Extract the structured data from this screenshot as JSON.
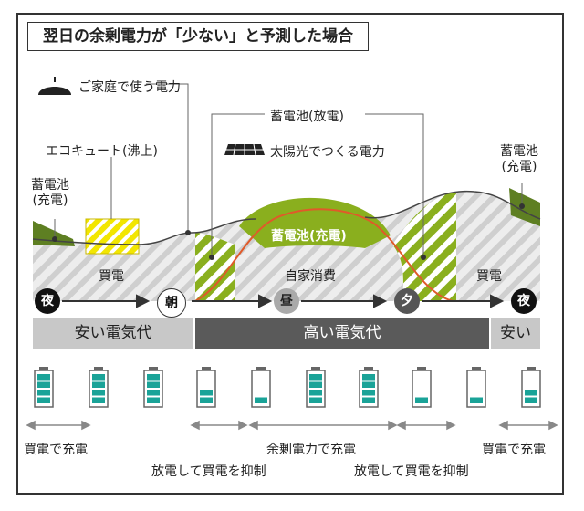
{
  "title": "翌日の余剰電力が「少ない」と予測した場合",
  "legend": {
    "household": "ご家庭で使う電力",
    "solar": "太陽光でつくる電力"
  },
  "labels": {
    "ecocute": "エコキュート(沸上)",
    "battery_discharge": "蓄電池(放電)",
    "battery_charge_left": "蓄電池\n(充電)",
    "battery_charge_left_line1": "蓄電池",
    "battery_charge_left_line2": "(充電)",
    "battery_charge_right_line1": "蓄電池",
    "battery_charge_right_line2": "(充電)",
    "battery_charge_mid": "蓄電池(充電)",
    "buy_left": "買電",
    "self_consumption": "自家消費",
    "buy_right": "買電"
  },
  "time_markers": [
    "夜",
    "朝",
    "昼",
    "夕",
    "夜"
  ],
  "price_bands": {
    "cheap_left": "安い電気代",
    "expensive": "高い電気代",
    "cheap_right": "安い"
  },
  "battery_levels": [
    1.0,
    1.0,
    1.0,
    0.5,
    0.25,
    1.0,
    1.0,
    0.25,
    0.25,
    0.5
  ],
  "bottom_labels": {
    "buy_charge_left": "買電で充電",
    "discharge_suppress_left": "放電して買電を抑制",
    "surplus_charge": "余剰電力で充電",
    "discharge_suppress_right": "放電して買電を抑制",
    "buy_charge_right": "買電で充電"
  },
  "colors": {
    "green": "#8aaf1e",
    "dark_green": "#5e7f22",
    "yellow": "#f2e600",
    "red_line": "#e05a2a",
    "gray_band": "#c8c8c8",
    "dark_band": "#5a5a5a",
    "teal": "#1aa398"
  }
}
